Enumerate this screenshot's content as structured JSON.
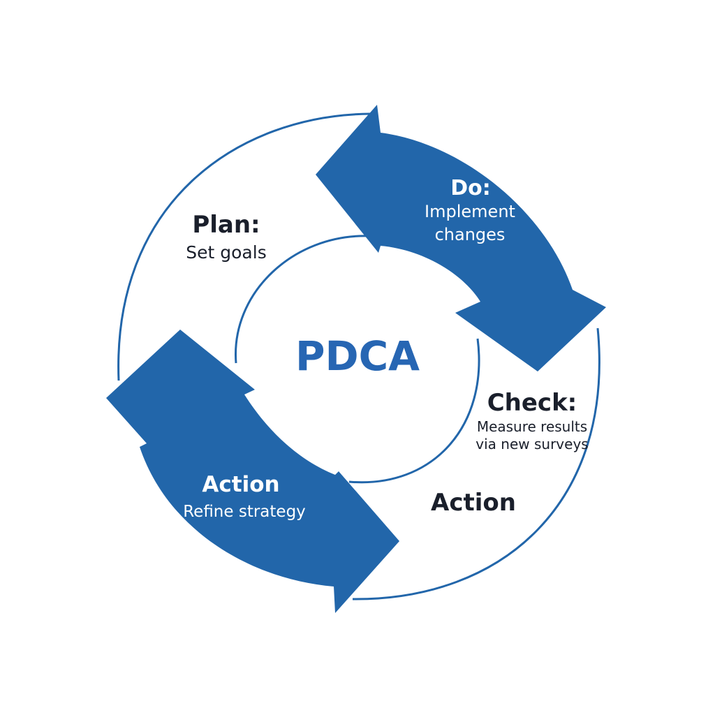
{
  "center_label": "PDCA",
  "stages": [
    {
      "id": "plan",
      "title": "Plan:",
      "lines": [
        "Set goals"
      ]
    },
    {
      "id": "do",
      "title": "Do:",
      "lines": [
        "Implement",
        "changes"
      ]
    },
    {
      "id": "check",
      "title": "Check:",
      "lines": [
        "Measure results",
        "via new surveys"
      ]
    },
    {
      "id": "action",
      "title": "Action",
      "lines": [
        "Refine strategy"
      ]
    },
    {
      "id": "action-outer",
      "title": "Action",
      "lines": []
    }
  ],
  "colors": {
    "arrow": "#2266aa",
    "ring": "#2266aa",
    "center_text": "#2766b3",
    "dark_text": "#1a1f2b",
    "light_text": "#ffffff"
  }
}
